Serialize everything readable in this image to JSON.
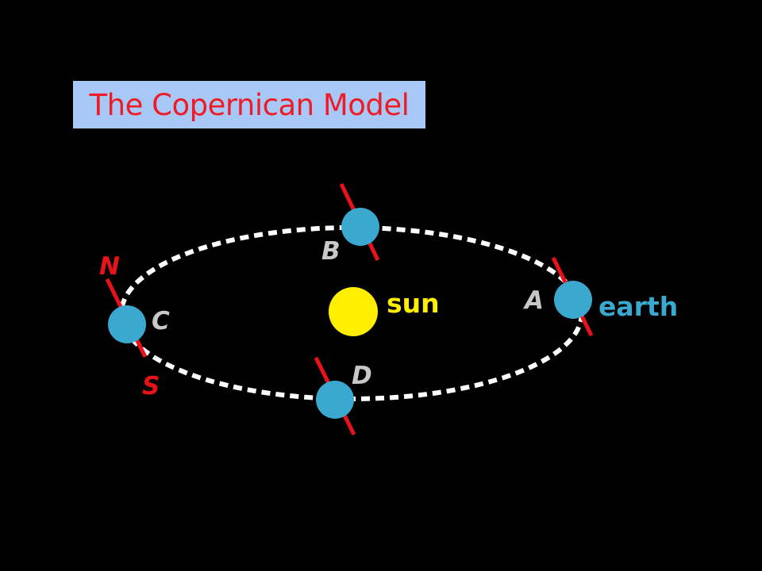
{
  "title": "The Copernican Model",
  "labels": {
    "sun": "sun",
    "earth": "earth",
    "north": "N",
    "south": "S",
    "position_a": "A",
    "position_b": "B",
    "position_c": "C",
    "position_d": "D"
  },
  "colors": {
    "background": "#000000",
    "title_box": "#a8c8f8",
    "title_text": "#ee1c24",
    "orbit": "#ffffff",
    "earth": "#3ba8d0",
    "axis": "#e8131a",
    "sun": "#ffee00",
    "sun_label": "#ffee00",
    "earth_label": "#3ba8d0",
    "position_labels": "#c8c8c8",
    "pole_labels": "#e8131a"
  }
}
